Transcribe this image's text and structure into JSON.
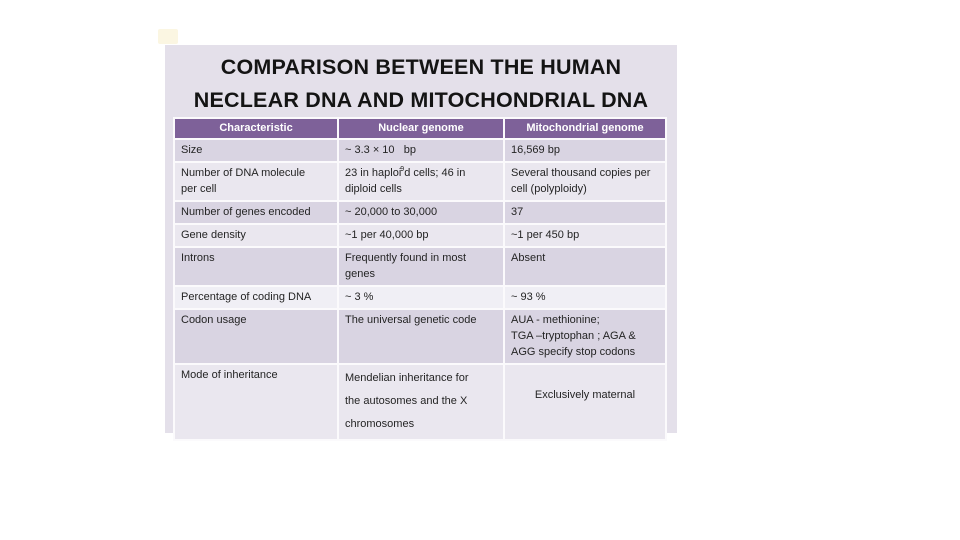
{
  "page": {
    "background": "#ffffff"
  },
  "decorations": {
    "corner_smudge_color": "#faf4dd"
  },
  "slide": {
    "background": "#e4e0ea",
    "title": {
      "line1": "COMPARISON BETWEEN THE HUMAN",
      "line2": "NECLEAR DNA AND MITOCHONDRIAL DNA"
    },
    "table": {
      "colors": {
        "header_bg": "#7e6199",
        "header_text": "#ffffff",
        "row_dark": "#d9d4e2",
        "row_light": "#eae7ef",
        "row_lightest": "#f0eff5",
        "grid_line": "#fbfafc"
      },
      "headers": [
        "Characteristic",
        "Nuclear genome",
        "Mitochondrial genome"
      ],
      "rows": [
        {
          "characteristic": "Size",
          "nuclear": "~ 3.3 × 10   bp",
          "mitochondrial": "16,569 bp"
        },
        {
          "characteristic_line1": "Number of DNA molecule",
          "characteristic_line2": "per cell",
          "nuclear_line1_pre": "23 in haploi",
          "nuclear_superscript": "9",
          "nuclear_line1_post": "d cells; 46 in",
          "nuclear_line2": "diploid cells",
          "mitochondrial_line1": "Several thousand copies per",
          "mitochondrial_line2": "cell (polyploidy)"
        },
        {
          "characteristic": "Number of genes encoded",
          "nuclear": "~ 20,000 to 30,000",
          "mitochondrial": "37"
        },
        {
          "characteristic": "Gene density",
          "nuclear": "~1 per 40,000 bp",
          "mitochondrial": "~1 per 450 bp"
        },
        {
          "characteristic": "Introns",
          "nuclear_line1": "Frequently found in most",
          "nuclear_line2": "genes",
          "mitochondrial": "Absent"
        },
        {
          "characteristic": "Percentage of coding DNA",
          "nuclear": "~ 3 %",
          "mitochondrial": "~ 93 %"
        },
        {
          "characteristic": "Codon usage",
          "nuclear": "The universal genetic code",
          "mitochondrial_line1": "AUA - methionine;",
          "mitochondrial_line2": "TGA –tryptophan ; AGA &",
          "mitochondrial_line3": "AGG specify stop codons"
        },
        {
          "characteristic": "Mode of inheritance",
          "nuclear_line1": "Mendelian inheritance for",
          "nuclear_line2": "the autosomes and the X",
          "nuclear_line3": "chromosomes",
          "mitochondrial": "Exclusively maternal"
        }
      ]
    }
  }
}
